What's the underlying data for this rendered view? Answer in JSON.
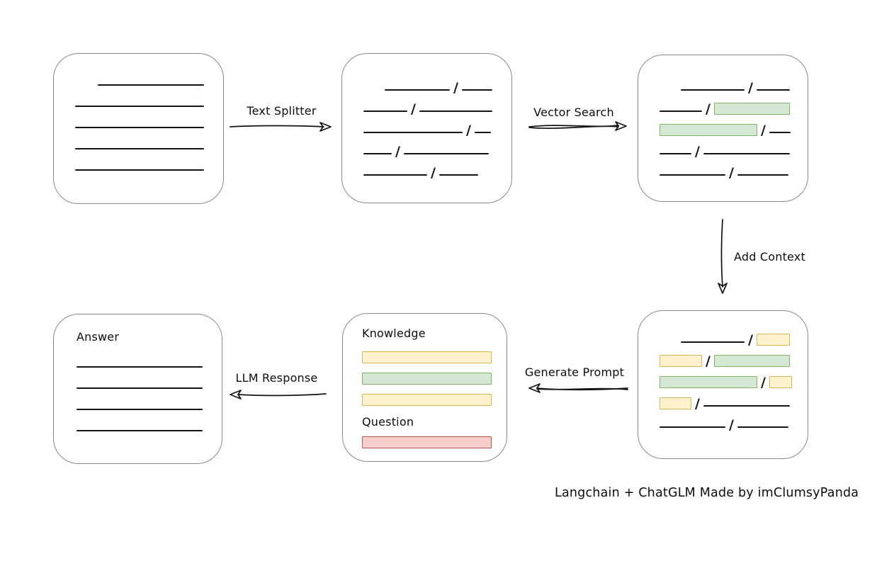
{
  "caption": "Langchain + ChatGLM Made by imClumsyPanda",
  "arrows": {
    "text_splitter": "Text Splitter",
    "vector_search": "Vector Search",
    "add_context": "Add Context",
    "generate_prompt": "Generate Prompt",
    "llm_response": "LLM Response"
  },
  "colors": {
    "green_fill": "#d5e8d4",
    "green_border": "#82b366",
    "yellow_fill": "#fff2cc",
    "yellow_border": "#d6b656",
    "red_fill": "#f8cecc",
    "red_border": "#b85450",
    "box_border": "#8a8a8a",
    "line": "#141414"
  },
  "boxes": {
    "document": {
      "rows": [
        {
          "indent": 32,
          "segs": [
            {
              "t": "line",
              "w": 150
            }
          ]
        },
        {
          "segs": [
            {
              "t": "line",
              "w": 182
            }
          ]
        },
        {
          "segs": [
            {
              "t": "line",
              "w": 182
            }
          ]
        },
        {
          "segs": [
            {
              "t": "line",
              "w": 182
            }
          ]
        },
        {
          "segs": [
            {
              "t": "line",
              "w": 182
            }
          ]
        }
      ]
    },
    "chunks": {
      "rows": [
        {
          "indent": 30,
          "segs": [
            {
              "t": "line",
              "w": 92
            },
            {
              "t": "line",
              "w": 43
            }
          ]
        },
        {
          "segs": [
            {
              "t": "line",
              "w": 62
            },
            {
              "t": "line",
              "w": 103
            }
          ]
        },
        {
          "segs": [
            {
              "t": "line",
              "w": 140
            },
            {
              "t": "line",
              "w": 23
            }
          ]
        },
        {
          "segs": [
            {
              "t": "line",
              "w": 40
            },
            {
              "t": "line",
              "w": 120
            }
          ]
        },
        {
          "segs": [
            {
              "t": "line",
              "w": 90
            },
            {
              "t": "line",
              "w": 55
            }
          ]
        }
      ]
    },
    "retrieved": {
      "rows": [
        {
          "indent": 30,
          "segs": [
            {
              "t": "line",
              "w": 90
            },
            {
              "t": "line",
              "w": 47
            }
          ]
        },
        {
          "segs": [
            {
              "t": "line",
              "w": 60
            },
            {
              "t": "green",
              "w": 107
            }
          ]
        },
        {
          "segs": [
            {
              "t": "green",
              "w": 138
            },
            {
              "t": "line",
              "w": 30
            }
          ]
        },
        {
          "segs": [
            {
              "t": "line",
              "w": 45
            },
            {
              "t": "line",
              "w": 122
            }
          ]
        },
        {
          "segs": [
            {
              "t": "line",
              "w": 93
            },
            {
              "t": "line",
              "w": 72
            }
          ]
        }
      ]
    },
    "context": {
      "rows": [
        {
          "indent": 30,
          "segs": [
            {
              "t": "line",
              "w": 90
            },
            {
              "t": "yellow",
              "w": 47
            }
          ]
        },
        {
          "segs": [
            {
              "t": "yellow",
              "w": 60
            },
            {
              "t": "green",
              "w": 107
            }
          ]
        },
        {
          "segs": [
            {
              "t": "green",
              "w": 138
            },
            {
              "t": "yellow",
              "w": 32
            }
          ]
        },
        {
          "segs": [
            {
              "t": "yellow",
              "w": 45
            },
            {
              "t": "line",
              "w": 122
            }
          ]
        },
        {
          "segs": [
            {
              "t": "line",
              "w": 93
            },
            {
              "t": "line",
              "w": 72
            }
          ]
        }
      ]
    },
    "prompt": {
      "knowledge_label": "Knowledge",
      "question_label": "Question",
      "knowledge_bars": [
        {
          "segs": [
            {
              "t": "yellow",
              "w": 183
            }
          ]
        },
        {
          "segs": [
            {
              "t": "green",
              "w": 183
            }
          ]
        },
        {
          "segs": [
            {
              "t": "yellow",
              "w": 183
            }
          ]
        }
      ],
      "question_bars": [
        {
          "segs": [
            {
              "t": "red",
              "w": 183
            }
          ]
        }
      ]
    },
    "answer": {
      "label": "Answer",
      "rows": [
        {
          "segs": [
            {
              "t": "line",
              "w": 178
            }
          ]
        },
        {
          "segs": [
            {
              "t": "line",
              "w": 178
            }
          ]
        },
        {
          "segs": [
            {
              "t": "line",
              "w": 178
            }
          ]
        },
        {
          "segs": [
            {
              "t": "line",
              "w": 178
            }
          ]
        }
      ]
    }
  }
}
